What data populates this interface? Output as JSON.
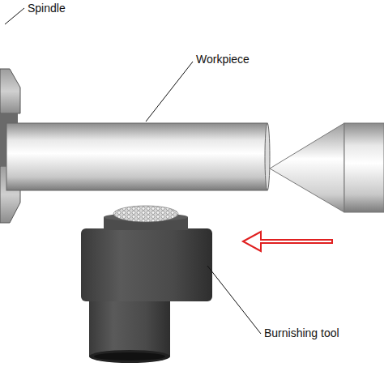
{
  "diagram": {
    "labels": [
      "Spindle",
      "Workpiece",
      "Burnishing tool"
    ]
  }
}
